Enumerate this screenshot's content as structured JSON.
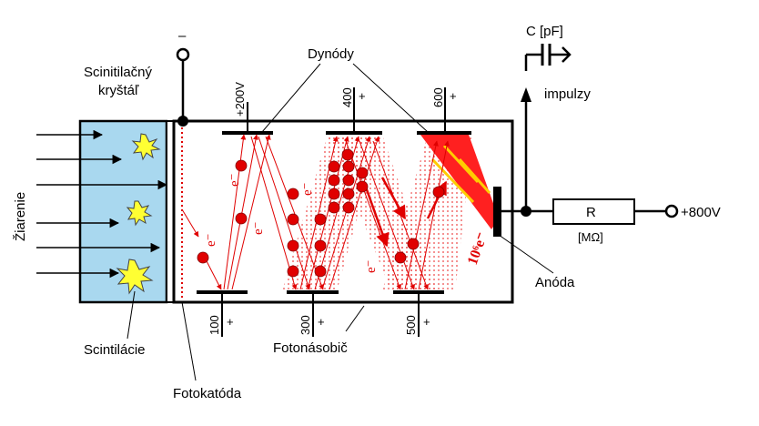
{
  "labels": {
    "scintillation_crystal_line1": "Scinitilačný",
    "scintillation_crystal_line2": "kryštáľ",
    "radiation": "Žiarenie",
    "scintillations": "Scintilácie",
    "photocathode": "Fotokatóda",
    "photomultiplier": "Fotonásobič",
    "dynodes": "Dynódy",
    "anode": "Anóda",
    "capacitor": "C [pF]",
    "pulses": "impulzy",
    "resistor": "R",
    "resistor_unit": "[MΩ]",
    "supply": "+800V",
    "cathode_terminal": "–",
    "electron": "e⁻",
    "gain": "10⁶e⁻"
  },
  "dynodes_top": [
    {
      "voltage": "+200V",
      "sign": ""
    },
    {
      "voltage": "400",
      "sign": "+"
    },
    {
      "voltage": "600",
      "sign": "+"
    }
  ],
  "dynodes_bottom": [
    {
      "voltage": "100",
      "sign": "+"
    },
    {
      "voltage": "300",
      "sign": "+"
    },
    {
      "voltage": "500",
      "sign": "+"
    }
  ],
  "colors": {
    "crystal": "#a9d8ef",
    "electron": "#e00000",
    "beam": "#ff2020",
    "anode_beam": "#ffcc00"
  }
}
